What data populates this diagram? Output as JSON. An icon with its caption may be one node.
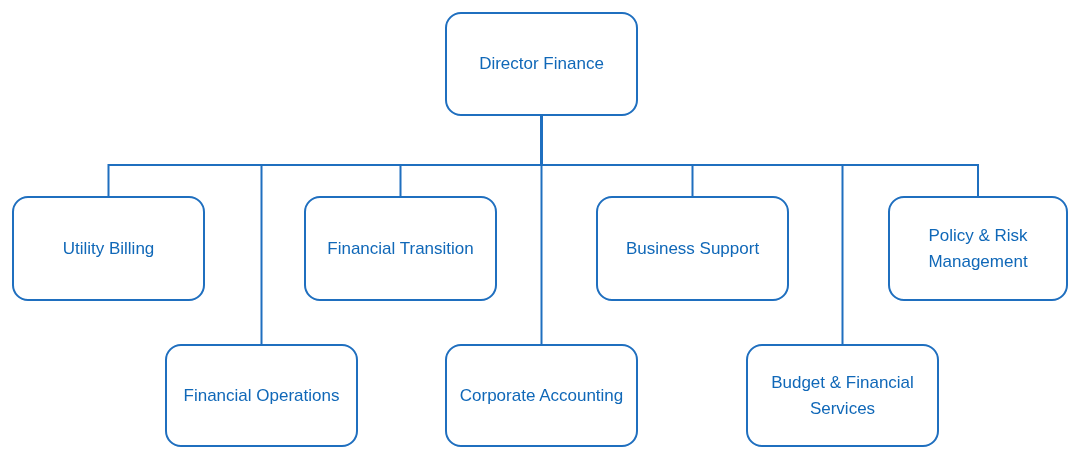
{
  "diagram": {
    "nodes": [
      {
        "text": [
          "Director Finance"
        ]
      },
      {
        "text": [
          "Utility Billing"
        ]
      },
      {
        "text": [
          "Financial Operations"
        ]
      },
      {
        "text": [
          "Financial Transition"
        ]
      },
      {
        "text": [
          "Corporate Accounting"
        ]
      },
      {
        "text": [
          "Business Support"
        ]
      },
      {
        "text": [
          "Budget & Financial Services"
        ]
      },
      {
        "text": [
          "Policy & Risk Management"
        ]
      }
    ],
    "edges": [
      {
        "from": 0,
        "to": 1,
        "arrow": "none"
      },
      {
        "from": 0,
        "to": 2,
        "arrow": "none"
      },
      {
        "from": 0,
        "to": 3,
        "arrow": "none"
      },
      {
        "from": 0,
        "to": 4,
        "arrow": "none"
      },
      {
        "from": 0,
        "to": 5,
        "arrow": "none"
      },
      {
        "from": 0,
        "to": 6,
        "arrow": "none"
      },
      {
        "from": 0,
        "to": 7,
        "arrow": "none"
      }
    ]
  }
}
